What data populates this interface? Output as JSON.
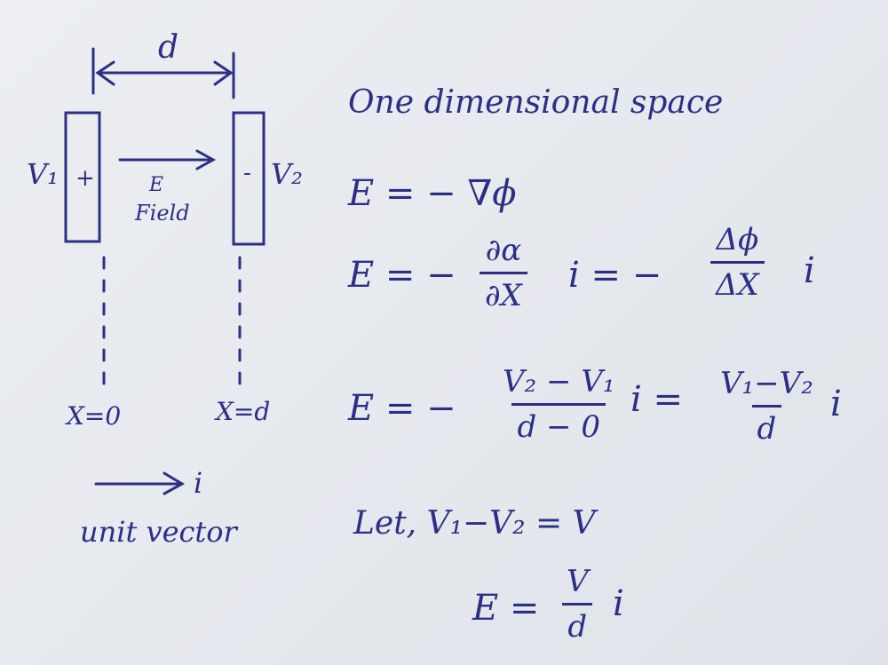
{
  "diagram": {
    "distance_label": "d",
    "left_potential": "V₁",
    "right_potential": "V₂",
    "left_plate_sign": "+",
    "right_plate_sign": "-",
    "field_label_top": "E",
    "field_label_bottom": "Field",
    "left_position": "X=0",
    "right_position": "X=d",
    "unit_vector_symbol": "i",
    "unit_vector_label": "unit vector"
  },
  "notes": {
    "title": "One dimensional space",
    "eq1": "E = − ∇ϕ",
    "eq2": {
      "lhs": "E = −",
      "frac1_num": "∂α",
      "frac1_den": "∂X",
      "mid": "i = −",
      "frac2_num": "Δϕ",
      "frac2_den": "ΔX",
      "end": "i"
    },
    "eq3": {
      "lhs": "E = −",
      "frac1_num": "V₂ − V₁",
      "frac1_den": "d − 0",
      "mid": "i =",
      "frac2_num": "V₁−V₂",
      "frac2_den": "d",
      "end": "i"
    },
    "let_line": "Let, V₁−V₂ = V",
    "eq4": {
      "lhs": "E =",
      "frac_num": "V",
      "frac_den": "d",
      "end": "i"
    }
  },
  "colors": {
    "ink": "#2b2f86",
    "paper": "#e8eaee"
  }
}
